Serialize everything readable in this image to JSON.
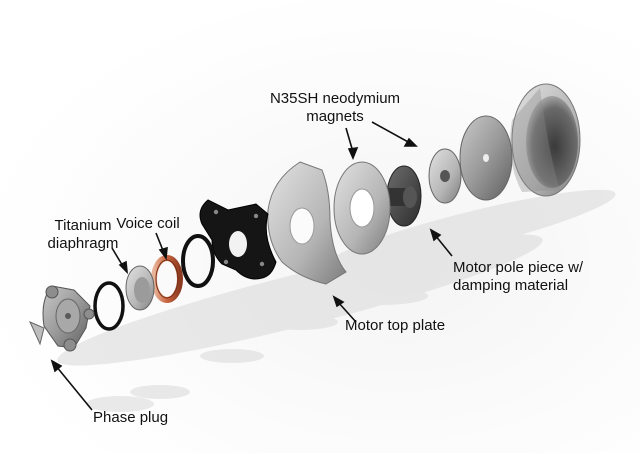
{
  "labels": {
    "magnets": "N35SH neodymium\nmagnets",
    "voice_coil": "Voice coil",
    "diaphragm": "Titanium\ndiaphragm",
    "pole_piece": "Motor pole piece w/\ndamping material",
    "top_plate": "Motor top plate",
    "phase_plug": "Phase plug"
  }
}
